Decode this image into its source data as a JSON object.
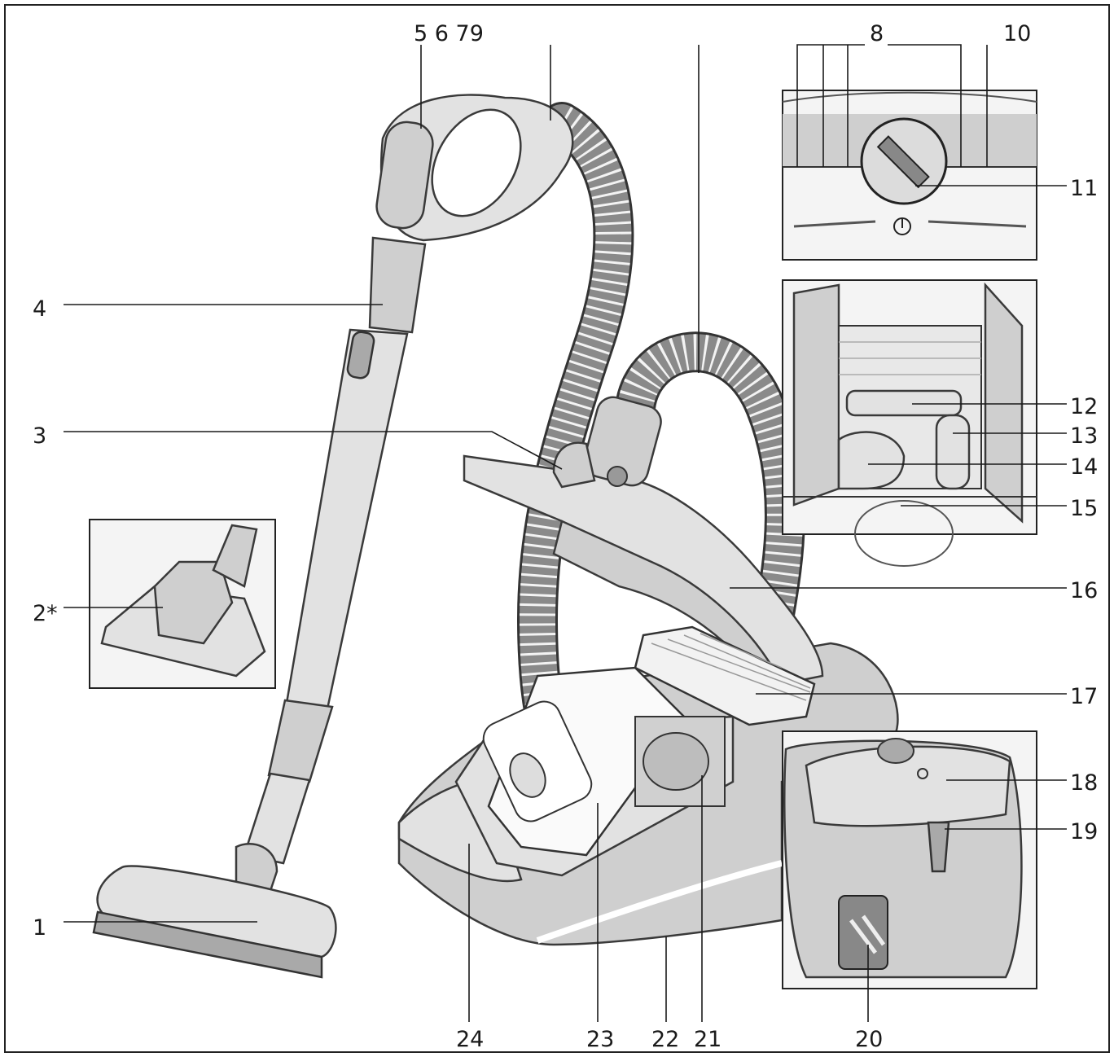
{
  "labels": {
    "n1": "1",
    "n2": "2*",
    "n3": "3",
    "n4": "4",
    "n5679": "5 6 79",
    "n8": "8",
    "n10": "10",
    "n11": "11",
    "n12": "12",
    "n13": "13",
    "n14": "14",
    "n15": "15",
    "n16": "16",
    "n17": "17",
    "n18": "18",
    "n19": "19",
    "n20": "20",
    "n21": "21",
    "n22": "22",
    "n23": "23",
    "n24": "24"
  },
  "icons": {
    "power-symbol": "power-icon",
    "plug": "plug-icon"
  }
}
